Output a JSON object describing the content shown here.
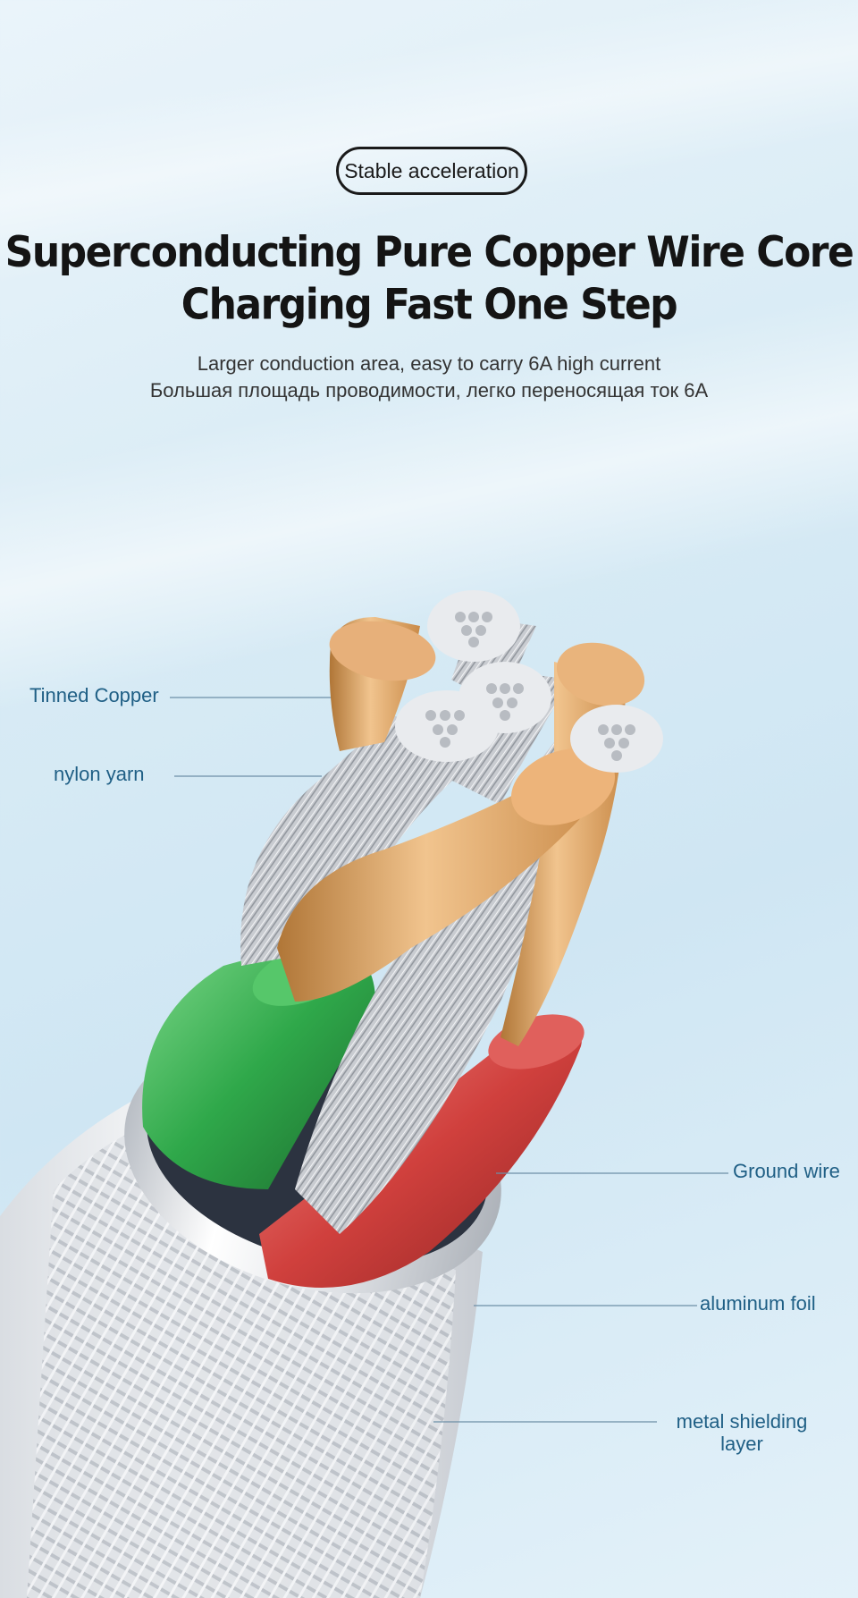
{
  "badge": "Stable acceleration",
  "title": {
    "line1": "Superconducting Pure Copper Wire Core",
    "line2": "Charging Fast One Step"
  },
  "subtitle": {
    "en": "Larger conduction area, easy to carry 6A high current",
    "ru": "Большая площадь проводимости, легко переносящая ток 6A"
  },
  "labels": {
    "tinned_copper": "Tinned Copper",
    "nylon_yarn": "nylon yarn",
    "ground_wire": "Ground wire",
    "aluminum_foil": "aluminum foil",
    "metal_shielding_line1": "metal shielding",
    "metal_shielding_line2": "layer"
  },
  "colors": {
    "title": "#141414",
    "label": "#1f5f85",
    "copper": "#d9a56a",
    "green_insulation": "#2fa84a",
    "red_insulation": "#d0403d",
    "silver_strand": "#c9ccd1"
  }
}
